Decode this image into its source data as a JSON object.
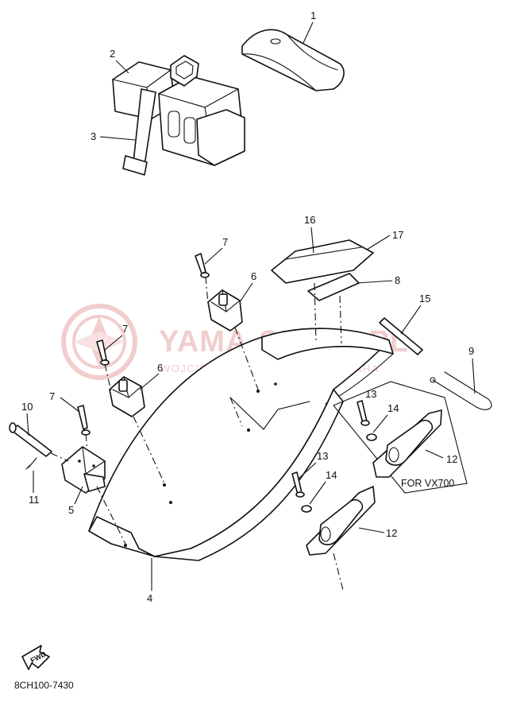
{
  "diagram": {
    "callouts": {
      "c1": "1",
      "c2": "2",
      "c3": "3",
      "c4": "4",
      "c5": "5",
      "c6a": "6",
      "c6b": "6",
      "c7a": "7",
      "c7b": "7",
      "c7c": "7",
      "c8": "8",
      "c9": "9",
      "c10": "10",
      "c11": "11",
      "c12a": "12",
      "c12b": "12",
      "c13a": "13",
      "c13b": "13",
      "c14a": "14",
      "c14b": "14",
      "c15": "15",
      "c16": "16",
      "c17": "17"
    },
    "variant_label": "FOR VX700",
    "part_number": "8CH100-7430",
    "fwd_label": "FWD"
  },
  "watermark": {
    "title": "YAMA-SKLEP.PL",
    "subtitle": "WOJCIECHOWICZ | DEALER YAMAHA",
    "color": "#e8a5a5"
  }
}
